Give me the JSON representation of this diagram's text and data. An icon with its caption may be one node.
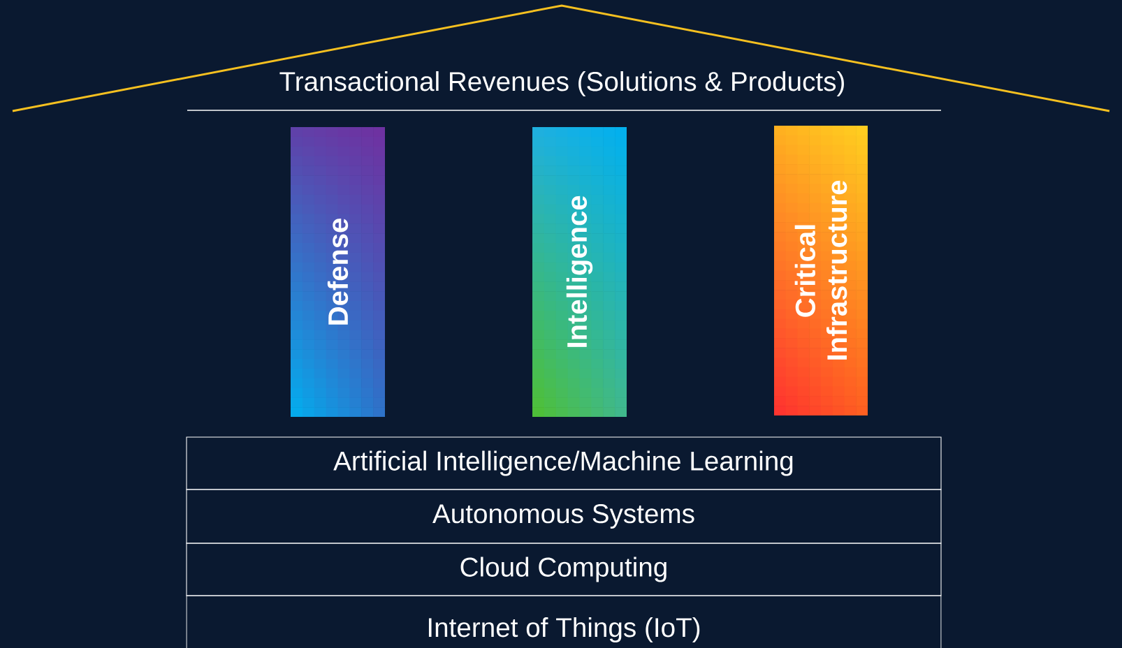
{
  "diagram": {
    "nodes": [
      {
        "text": [
          "Transactional Revenues (Solutions & Products)"
        ]
      },
      {
        "text": [
          "Defense"
        ]
      },
      {
        "text": [
          "Intelligence"
        ]
      },
      {
        "text": [
          "Critical Infrastructure"
        ]
      },
      {
        "text": [
          "Artificial Intelligence/Machine Learning"
        ]
      },
      {
        "text": [
          "Autonomous Systems"
        ]
      },
      {
        "text": [
          "Cloud Computing"
        ]
      },
      {
        "text": [
          "Internet of Things (IoT)"
        ]
      }
    ]
  }
}
